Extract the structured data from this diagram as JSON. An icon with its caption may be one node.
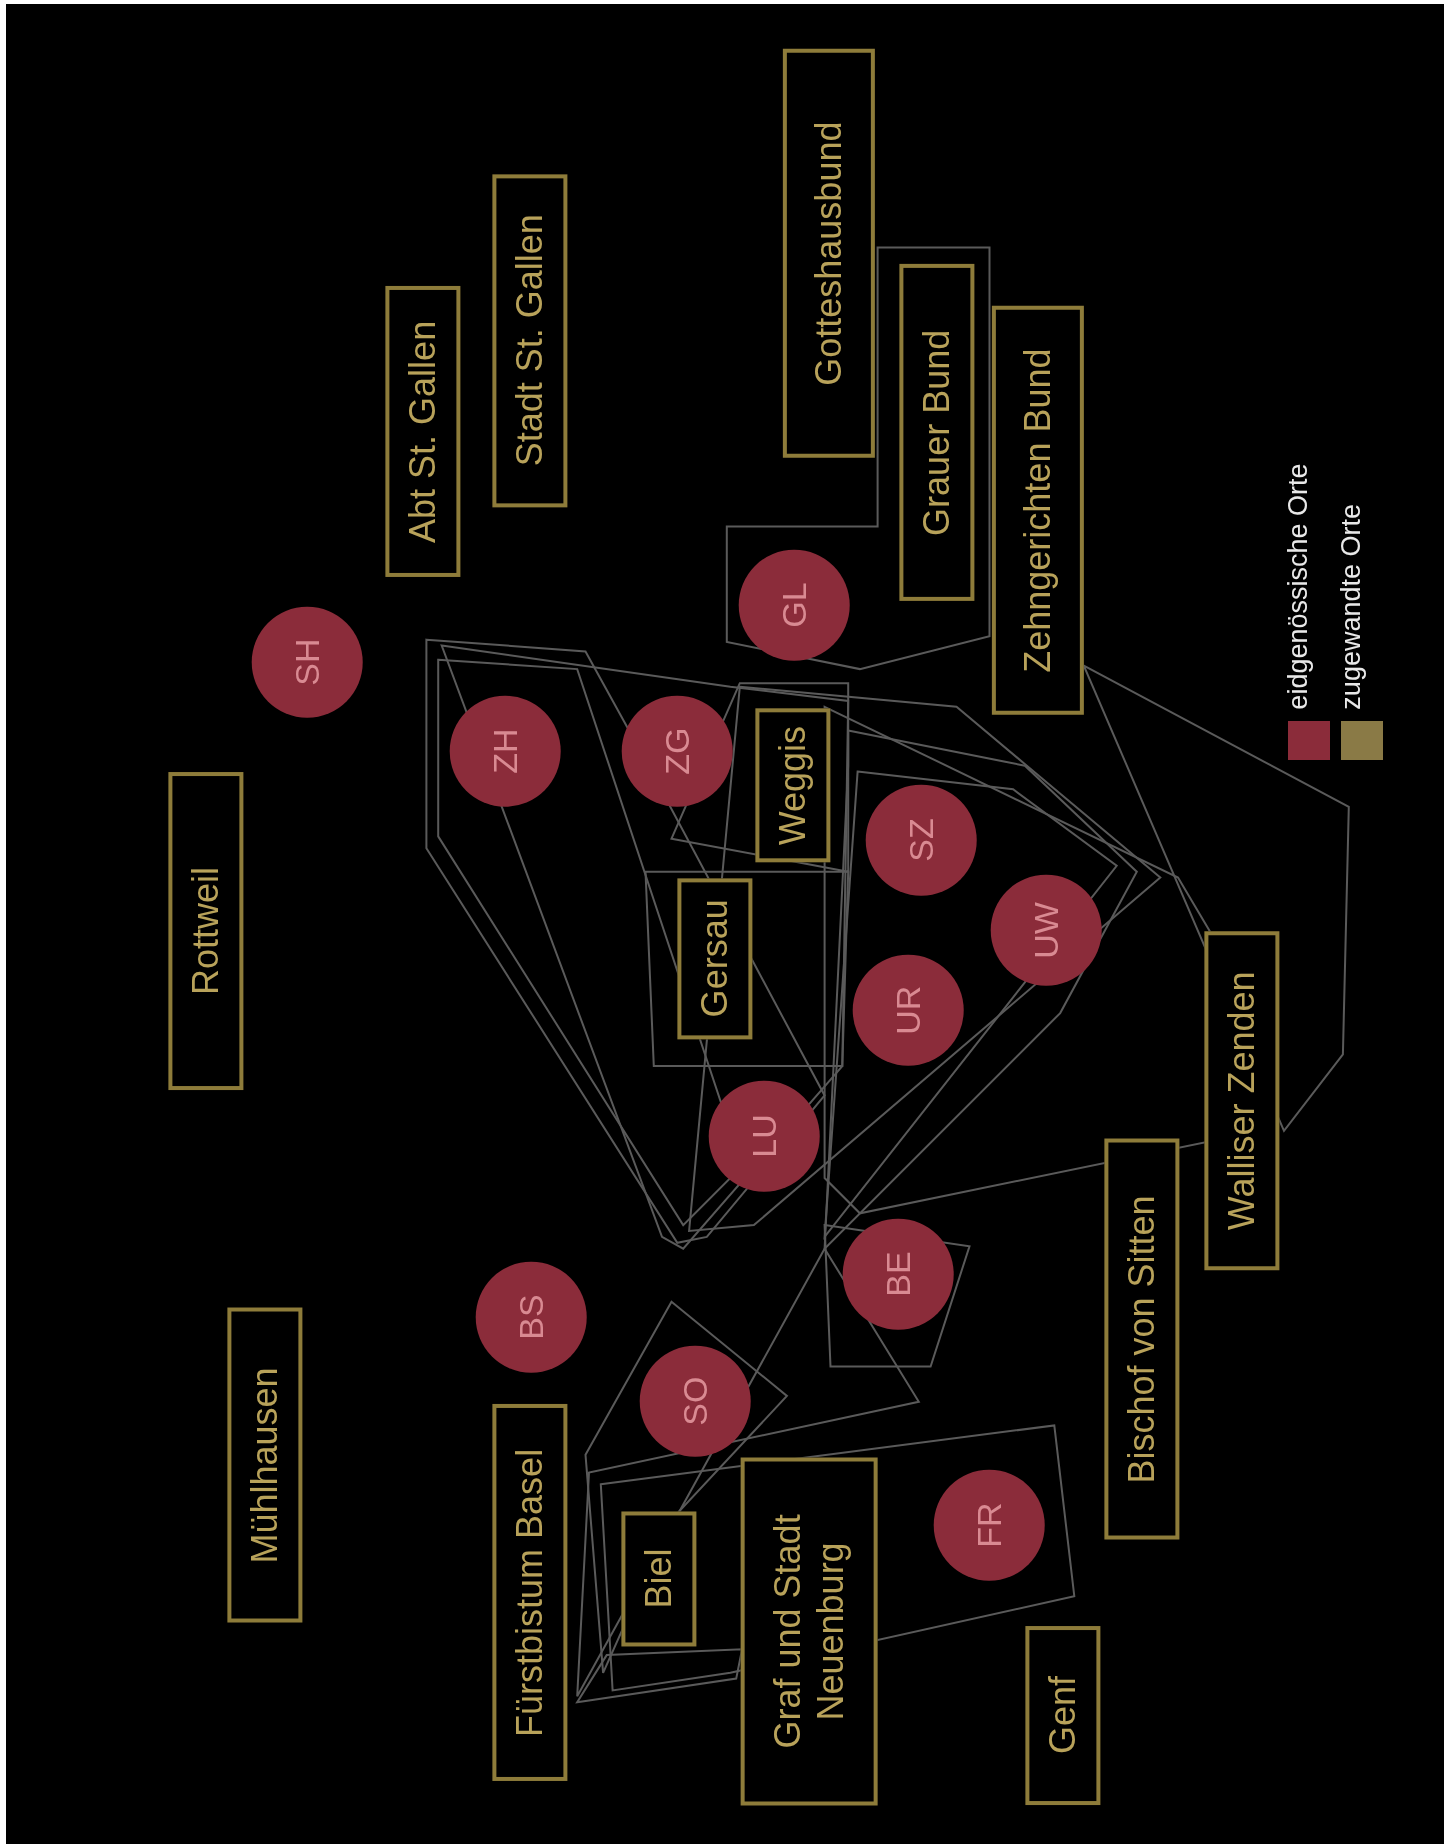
{
  "diagram": {
    "nodes": [
      {
        "text": [
          "Rottweil"
        ]
      },
      {
        "text": [
          "SH"
        ]
      },
      {
        "text": [
          "Abt St. Gallen"
        ]
      },
      {
        "text": [
          "Stadt St. Gallen"
        ]
      },
      {
        "text": [
          "Gotteshausbund"
        ]
      },
      {
        "text": [
          "Grauer Bund"
        ]
      },
      {
        "text": [
          "Zehngerichten Bund"
        ]
      },
      {
        "text": [
          "ZH"
        ]
      },
      {
        "text": [
          "ZG"
        ]
      },
      {
        "text": [
          "GL"
        ]
      },
      {
        "text": [
          "Weggis"
        ]
      },
      {
        "text": [
          "SZ"
        ]
      },
      {
        "text": [
          "Gersau"
        ]
      },
      {
        "text": [
          "UR"
        ]
      },
      {
        "text": [
          "UW"
        ]
      },
      {
        "text": [
          "LU"
        ]
      },
      {
        "text": [
          "Walliser Zenden"
        ]
      },
      {
        "text": [
          "Mühlhausen"
        ]
      },
      {
        "text": [
          "BS"
        ]
      },
      {
        "text": [
          "BE"
        ]
      },
      {
        "text": [
          "SO"
        ]
      },
      {
        "text": [
          "Bischof von Sitten"
        ]
      },
      {
        "text": [
          "Fürstbistum Basel"
        ]
      },
      {
        "text": [
          "Biel"
        ]
      },
      {
        "text": [
          "Graf und Stadt Neuenburg"
        ]
      },
      {
        "text": [
          "FR"
        ]
      },
      {
        "text": [
          "Genf"
        ]
      }
    ],
    "legend": [
      {
        "text": "eidgenössische Orte",
        "color": "#8b2c3a"
      },
      {
        "text": "zugewandte Orte",
        "color": "#8a7a46"
      }
    ]
  }
}
